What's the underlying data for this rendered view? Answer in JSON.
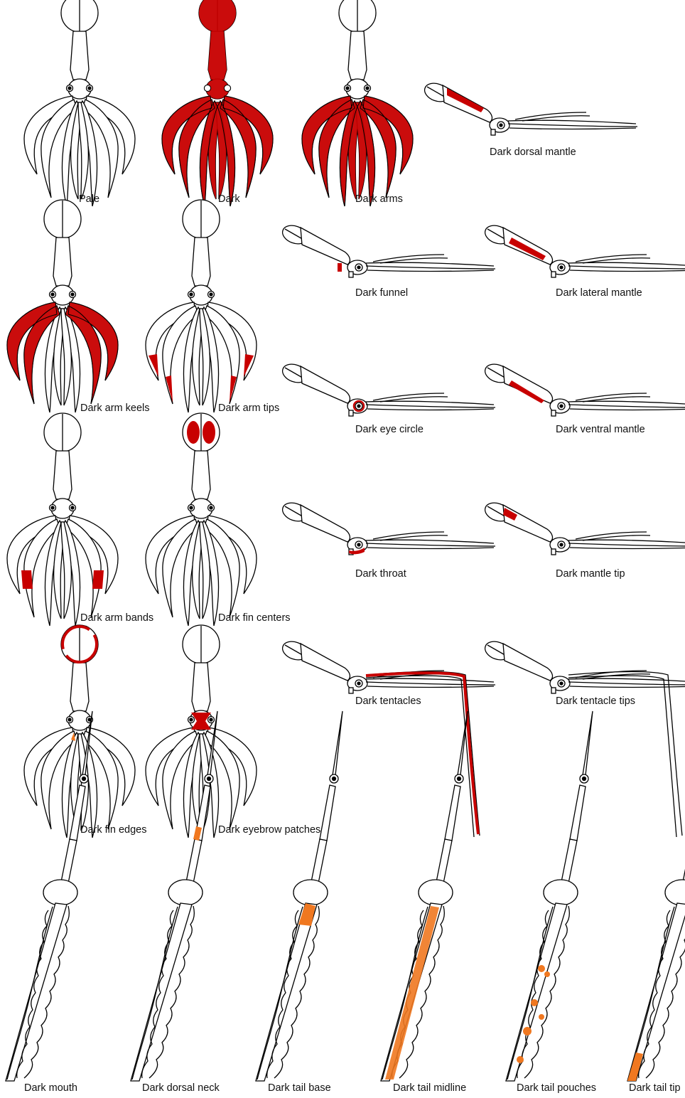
{
  "colors": {
    "dark": "#c80000",
    "orange": "#f07820",
    "outline": "#000000",
    "label": "#111111"
  },
  "labels": {
    "pale": "Pale",
    "dark": "Dark",
    "dark_arms": "Dark arms",
    "dark_dorsal_mantle": "Dark dorsal mantle",
    "dark_arm_keels": "Dark arm keels",
    "dark_arm_tips": "Dark arm tips",
    "dark_funnel": "Dark funnel",
    "dark_lateral_mantle": "Dark lateral mantle",
    "dark_eye_circle": "Dark eye circle",
    "dark_ventral_mantle": "Dark ventral mantle",
    "dark_arm_bands": "Dark arm bands",
    "dark_fin_centers": "Dark fin centers",
    "dark_throat": "Dark throat",
    "dark_mantle_tip": "Dark mantle tip",
    "dark_fin_edges": "Dark fin edges",
    "dark_eyebrow_patches": "Dark eyebrow patches",
    "dark_tentacles": "Dark tentacles",
    "dark_tentacle_tips": "Dark tentacle tips",
    "dark_mouth": "Dark mouth",
    "dark_dorsal_neck": "Dark dorsal neck",
    "dark_tail_base": "Dark tail base",
    "dark_tail_midline": "Dark tail midline",
    "dark_tail_pouches": "Dark tail pouches",
    "dark_tail_tip": "Dark tail tip"
  }
}
